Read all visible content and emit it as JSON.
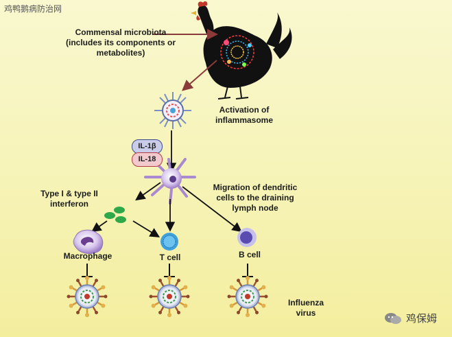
{
  "watermark": "鸡鸭鹅病防治网",
  "wechat_account": "鸡保姆",
  "labels": {
    "commensal": "Commensal microbiota\n(includes its components or\nmetabolites)",
    "inflammasome": "Activation of\ninflammasome",
    "il1b": "IL-1β",
    "il18": "IL-18",
    "interferon": "Type I & type II\ninterferon",
    "migration": "Migration of dendritic\ncells to the draining\nlymph node",
    "macrophage": "Macrophage",
    "tcell": "T cell",
    "bcell": "B cell",
    "influenza": "Influenza\nvirus"
  },
  "colors": {
    "arrow_red": "#8b3a3a",
    "arrow_black": "#111111",
    "il1b_fill": "#c9cdea",
    "il18_fill": "#f2c9cc",
    "interferon_green": "#2fa84a",
    "dendritic_purple": "#a98ad0"
  }
}
